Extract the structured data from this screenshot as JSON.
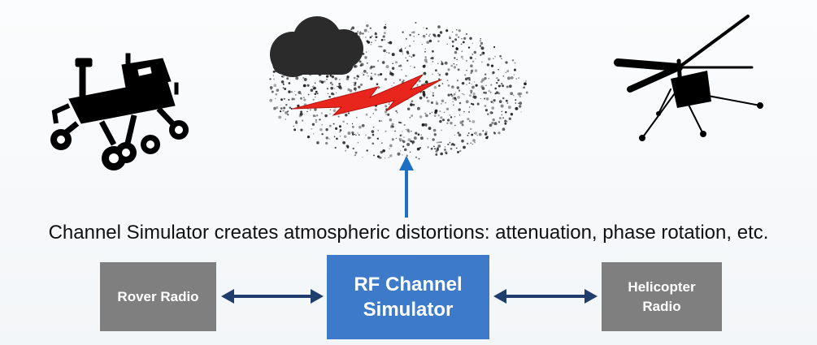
{
  "caption": "Channel Simulator creates atmospheric distortions: attenuation, phase rotation, etc.",
  "boxes": {
    "rover": "Rover Radio",
    "simulator": "RF Channel Simulator",
    "helicopter": "Helicopter Radio"
  },
  "colors": {
    "simulator_box": "#3d7ac9",
    "radio_box": "#7f7f7f",
    "arrow": "#1f3e6e",
    "up_arrow": "#1c6fc4",
    "lightning": "#e8261e"
  },
  "icons": {
    "rover": "mars-rover-icon",
    "storm": "storm-cloud-with-lightning-icon",
    "helicopter": "mars-helicopter-icon"
  }
}
